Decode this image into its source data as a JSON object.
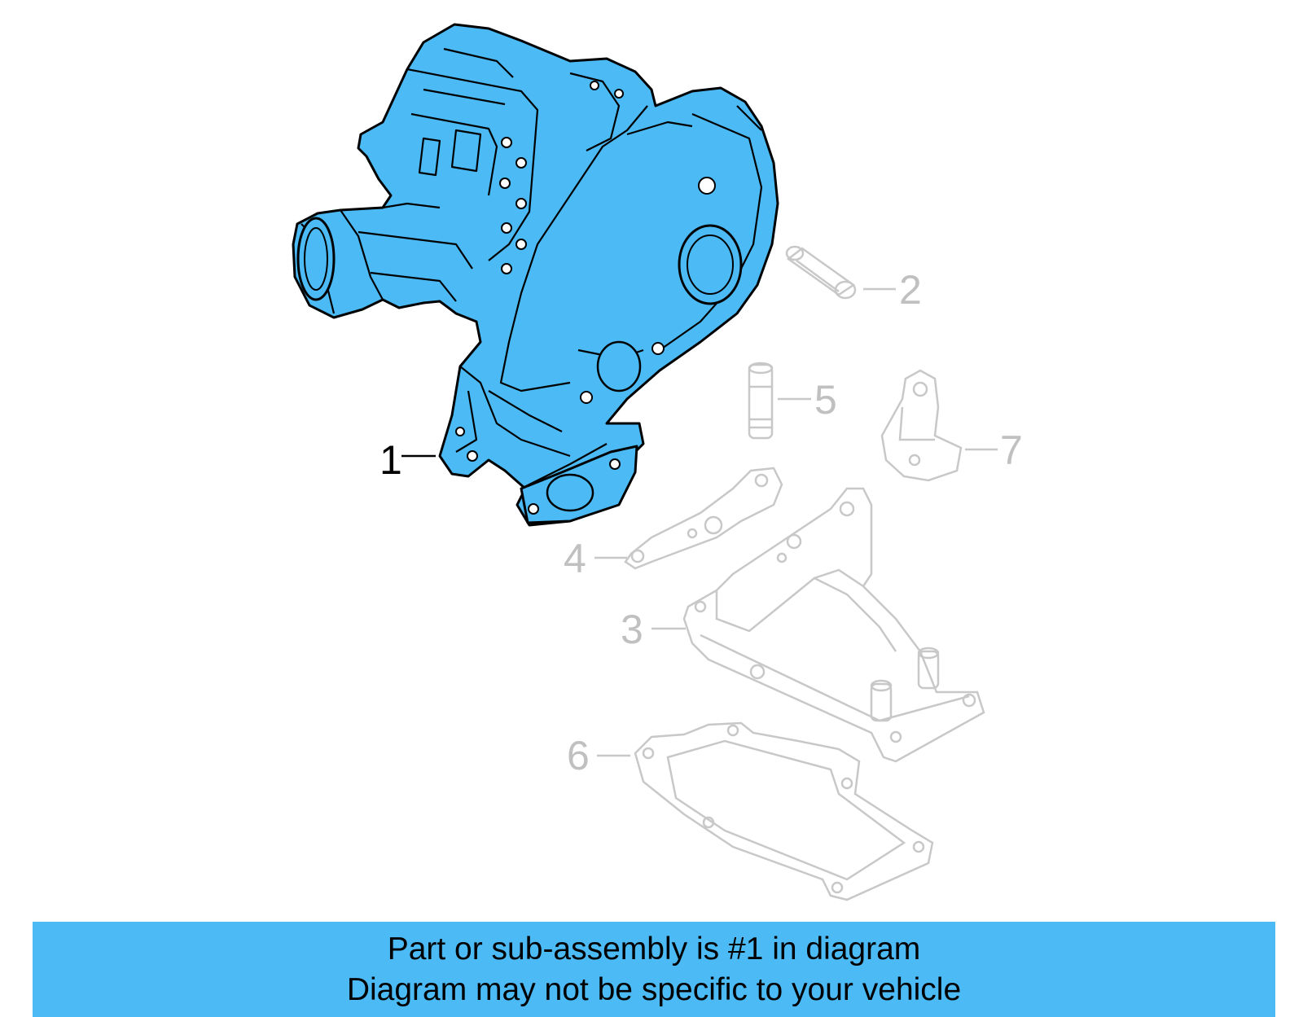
{
  "colors": {
    "highlight_fill": "#4bbaf5",
    "highlight_stroke": "#000000",
    "faded_stroke": "#c8c8c8",
    "faded_text": "#c0c0c0",
    "banner_bg": "#4bbaf5",
    "banner_text": "#000000"
  },
  "callouts": [
    {
      "id": "1",
      "label": "1",
      "highlighted": true
    },
    {
      "id": "2",
      "label": "2",
      "highlighted": false
    },
    {
      "id": "3",
      "label": "3",
      "highlighted": false
    },
    {
      "id": "4",
      "label": "4",
      "highlighted": false
    },
    {
      "id": "5",
      "label": "5",
      "highlighted": false
    },
    {
      "id": "6",
      "label": "6",
      "highlighted": false
    },
    {
      "id": "7",
      "label": "7",
      "highlighted": false
    }
  ],
  "banner": {
    "line1": "Part or sub-assembly is #1 in diagram",
    "line2": "Diagram may not be specific to your vehicle"
  }
}
